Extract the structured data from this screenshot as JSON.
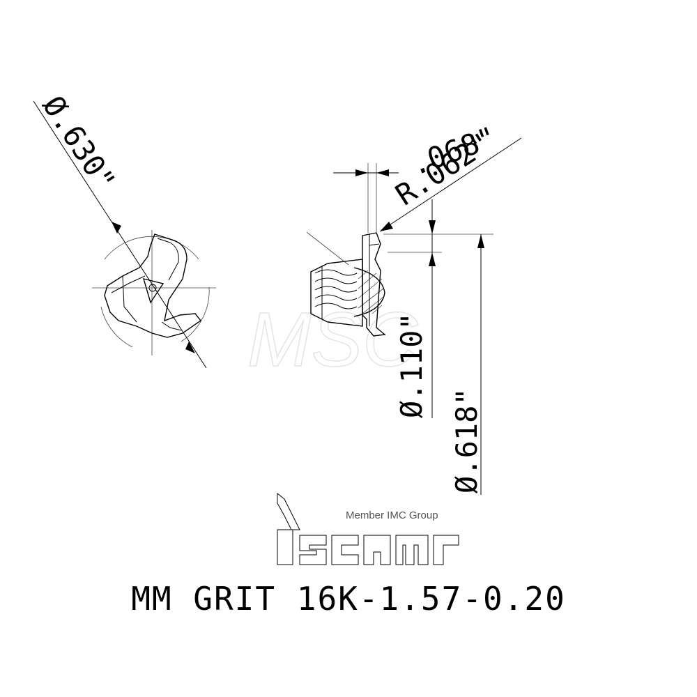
{
  "dimensions": {
    "cutter_diameter": "Ø.630\"",
    "width": ".068\"",
    "corner_radius": "R.062\"",
    "small_diameter": "Ø.110\"",
    "flange_diameter": "Ø.618\""
  },
  "brand": {
    "tagline": "Member IMC Group",
    "logo": "iscar-logo"
  },
  "watermark": "MSC",
  "product": {
    "designation": "MM GRIT 16K-1.57-0.20"
  }
}
